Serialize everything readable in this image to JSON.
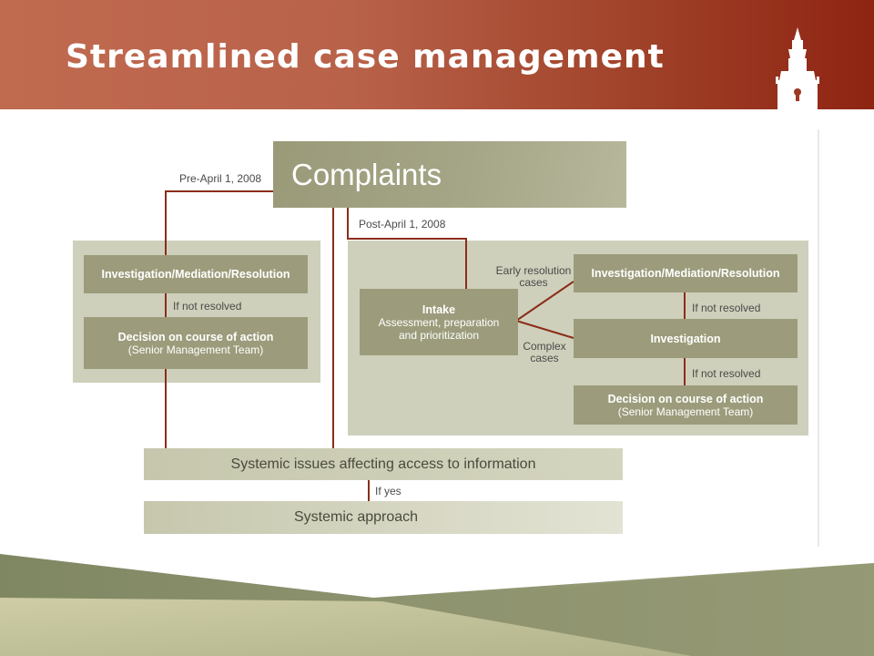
{
  "slide": {
    "title": "Streamlined case management"
  },
  "diagram": {
    "complaints": "Complaints",
    "pre_label": "Pre-April 1, 2008",
    "post_label": "Post-April 1, 2008",
    "pre": {
      "imr": "Investigation/Mediation/Resolution",
      "if_not_resolved": "If not resolved",
      "decision_title": "Decision on course of action",
      "decision_sub": "(Senior Management Team)"
    },
    "post": {
      "intake_title": "Intake",
      "intake_line1": "Assessment, preparation",
      "intake_line2": "and prioritization",
      "early_line1": "Early resolution",
      "early_line2": "cases",
      "complex_line1": "Complex",
      "complex_line2": "cases",
      "imr": "Investigation/Mediation/Resolution",
      "if_not_resolved_1": "If not resolved",
      "investigation": "Investigation",
      "if_not_resolved_2": "If not resolved",
      "decision_title": "Decision on course of action",
      "decision_sub": "(Senior Management Team)"
    },
    "systemic_issues": "Systemic issues affecting access to information",
    "if_yes": "If yes",
    "systemic_approach": "Systemic approach"
  },
  "colors": {
    "header_start": "#c06a50",
    "header_end": "#8e2412",
    "box": "#9c9c7c",
    "connector": "#8b2d1a",
    "panel": "#cfd0bb"
  }
}
